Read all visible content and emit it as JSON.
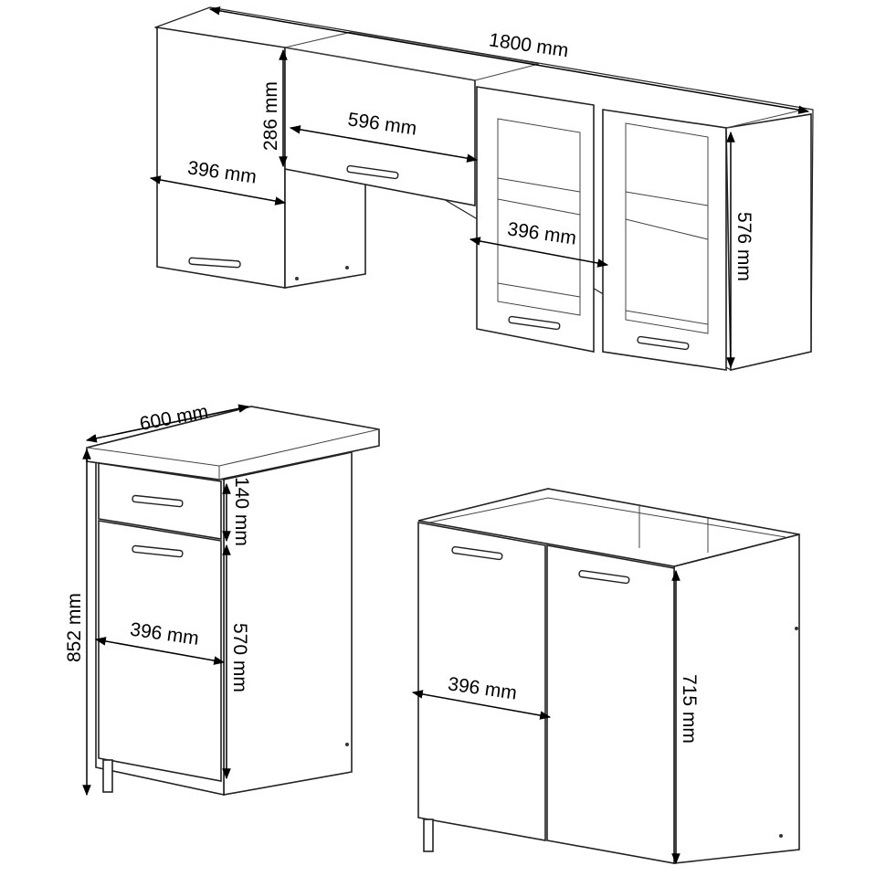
{
  "dimensions": {
    "total_width_upper": "1800 mm",
    "flap_height": "286 mm",
    "flap_width": "596 mm",
    "upper_left_width": "396 mm",
    "glass_door_width": "396 mm",
    "upper_height": "576 mm",
    "countertop_width": "600 mm",
    "drawer_height": "140 mm",
    "base_height": "852 mm",
    "drawer_cabinet_width": "396 mm",
    "door_height_left": "570 mm",
    "double_door_width": "396 mm",
    "double_door_height": "715 mm"
  }
}
